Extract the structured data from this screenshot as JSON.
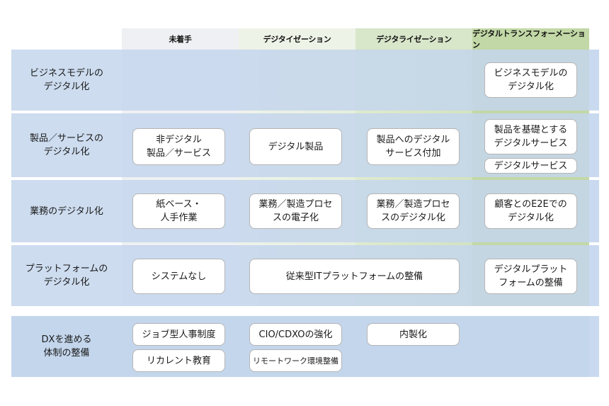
{
  "columns": [
    "未着手",
    "デジタイゼーション",
    "デジタライゼーション",
    "デジタルトランスフォーメーション"
  ],
  "rows": {
    "business_model": {
      "label": "ビジネスモデルの\nデジタル化",
      "dx": "ビジネスモデルの\nデジタル化"
    },
    "product": {
      "label": "製品／サービスの\nデジタル化",
      "not_started": "非デジタル\n製品／サービス",
      "digitization": "デジタル製品",
      "digitalization": "製品へのデジタル\nサービス付加",
      "dx": "製品を基礎とする\nデジタルサービス",
      "dx_sub": "デジタルサービス"
    },
    "operations": {
      "label": "業務のデジタル化",
      "not_started": "紙ベース・\n人手作業",
      "digitization": "業務／製造プロセ\nスの電子化",
      "digitalization": "業務／製造プロセ\nスのデジタル化",
      "dx": "顧客とのE2Eでの\nデジタル化"
    },
    "platform": {
      "label": "プラットフォームの\nデジタル化",
      "not_started": "システムなし",
      "digitization_span": "従来型ITプラットフォームの整備",
      "dx": "デジタルプラット\nフォームの整備"
    },
    "structure": {
      "label": "DXを進める\n体制の整備",
      "not_started_1": "ジョブ型人事制度",
      "not_started_2": "リカレント教育",
      "digitization_1": "CIO/CDXOの強化",
      "digitization_2": "リモートワーク環境整備",
      "digitalization": "内製化"
    }
  },
  "colors": {
    "band": "#c4d6ec",
    "col_not_started": "#eef0f3",
    "col_digitization": "#e6efdc",
    "col_digitalization": "#d4e4c4",
    "col_dx": "#c2d8a6",
    "cell_border": "#b5b5b5"
  }
}
